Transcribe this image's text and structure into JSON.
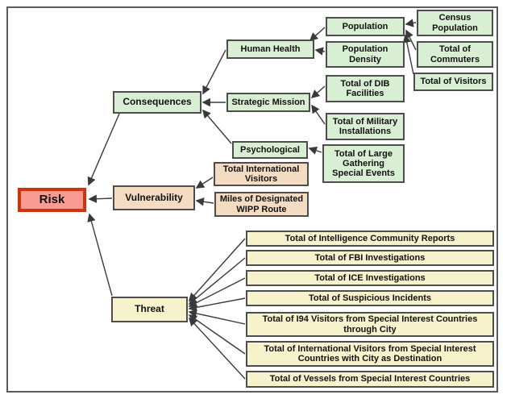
{
  "nodes": {
    "risk": "Risk",
    "consequences": "Consequences",
    "vulnerability": "Vulnerability",
    "threat": "Threat",
    "human_health": "Human Health",
    "strategic_mission": "Strategic Mission",
    "psychological": "Psychological",
    "population": "Population",
    "population_density": "Population Density",
    "dib_facilities": "Total of DIB Facilities",
    "military_installations": "Total of Military Installations",
    "large_gathering": "Total of Large Gathering Special Events",
    "census_population": "Census Population",
    "total_commuters": "Total of Commuters",
    "total_visitors": "Total of Visitors",
    "total_international_visitors": "Total International Visitors",
    "wipp_route": "Miles of Designated WIPP Route"
  },
  "threat_children": [
    "Total of Intelligence Community Reports",
    "Total of FBI Investigations",
    "Total of ICE Investigations",
    "Total of Suspicious Incidents",
    "Total of I94 Visitors from Special Interest Countries through City",
    "Total of International Visitors from Special Interest Countries with City as Destination",
    "Total of Vessels from Special Interest Countries"
  ],
  "edges": [
    {
      "from": "consequences",
      "to": "risk"
    },
    {
      "from": "vulnerability",
      "to": "risk"
    },
    {
      "from": "threat",
      "to": "risk"
    },
    {
      "from": "human_health",
      "to": "consequences"
    },
    {
      "from": "strategic_mission",
      "to": "consequences"
    },
    {
      "from": "psychological",
      "to": "consequences"
    },
    {
      "from": "population",
      "to": "human_health"
    },
    {
      "from": "population_density",
      "to": "human_health"
    },
    {
      "from": "census_population",
      "to": "population"
    },
    {
      "from": "total_commuters",
      "to": "population"
    },
    {
      "from": "total_visitors",
      "to": "population"
    },
    {
      "from": "dib_facilities",
      "to": "strategic_mission"
    },
    {
      "from": "military_installations",
      "to": "strategic_mission"
    },
    {
      "from": "large_gathering",
      "to": "psychological"
    },
    {
      "from": "total_international_visitors",
      "to": "vulnerability"
    },
    {
      "from": "wipp_route",
      "to": "vulnerability"
    },
    {
      "from": "threat_children",
      "to": "threat"
    }
  ],
  "colors": {
    "risk_fill": "#f99a93",
    "risk_border": "#cf3410",
    "consequence_fill": "#d9efd4",
    "vulnerability_fill": "#f4dcc2",
    "threat_fill": "#f6f2cb",
    "node_border": "#4d4d4d",
    "edge": "#3a3a3a",
    "text": "#111111",
    "frame_border": "#5a5a5a"
  }
}
